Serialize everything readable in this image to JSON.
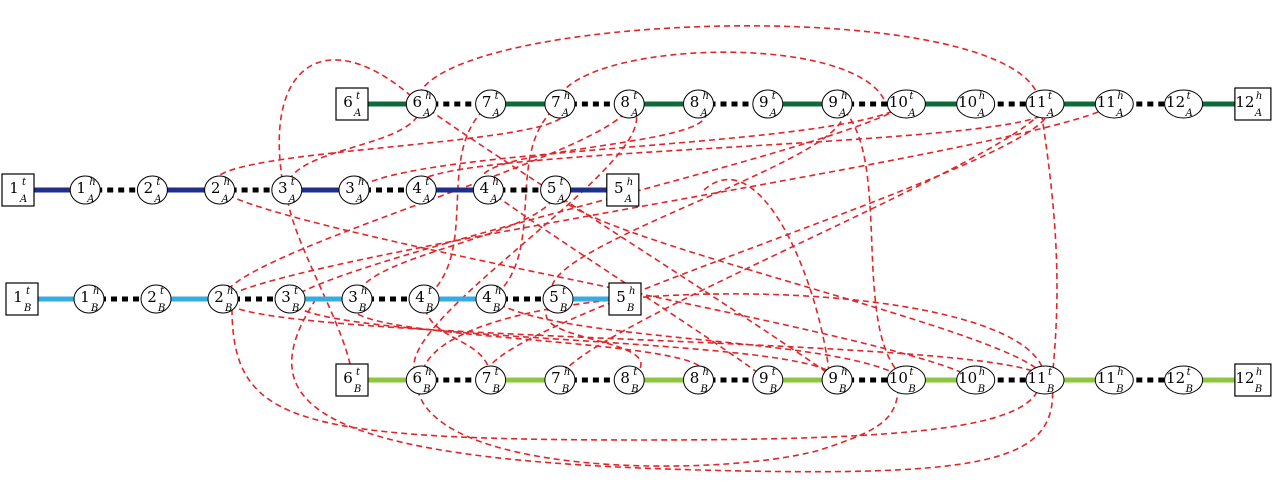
{
  "colors": {
    "chromA1": "#1f2f8a",
    "chromA2": "#0d6b3a",
    "chromB1": "#35ade3",
    "chromB2": "#8dc63f",
    "adjacency": "#000000",
    "interaction": "#e0262b"
  },
  "rows": [
    {
      "id": "row-a1",
      "color": "chromA1",
      "nodes": [
        {
          "num": "1",
          "sup": "t",
          "sub": "A",
          "shape": "box"
        },
        {
          "num": "1",
          "sup": "h",
          "sub": "A",
          "shape": "ellipse"
        },
        {
          "num": "2",
          "sup": "t",
          "sub": "A",
          "shape": "ellipse"
        },
        {
          "num": "2",
          "sup": "h",
          "sub": "A",
          "shape": "ellipse"
        },
        {
          "num": "3",
          "sup": "t",
          "sub": "A",
          "shape": "ellipse"
        },
        {
          "num": "3",
          "sup": "h",
          "sub": "A",
          "shape": "ellipse"
        },
        {
          "num": "4",
          "sup": "t",
          "sub": "A",
          "shape": "ellipse"
        },
        {
          "num": "4",
          "sup": "h",
          "sub": "A",
          "shape": "ellipse"
        },
        {
          "num": "5",
          "sup": "t",
          "sub": "A",
          "shape": "ellipse"
        },
        {
          "num": "5",
          "sup": "h",
          "sub": "A",
          "shape": "box"
        }
      ]
    },
    {
      "id": "row-a2",
      "color": "chromA2",
      "nodes": [
        {
          "num": "6",
          "sup": "t",
          "sub": "A",
          "shape": "box"
        },
        {
          "num": "6",
          "sup": "h",
          "sub": "A",
          "shape": "ellipse"
        },
        {
          "num": "7",
          "sup": "t",
          "sub": "A",
          "shape": "ellipse"
        },
        {
          "num": "7",
          "sup": "h",
          "sub": "A",
          "shape": "ellipse"
        },
        {
          "num": "8",
          "sup": "t",
          "sub": "A",
          "shape": "ellipse"
        },
        {
          "num": "8",
          "sup": "h",
          "sub": "A",
          "shape": "ellipse"
        },
        {
          "num": "9",
          "sup": "t",
          "sub": "A",
          "shape": "ellipse"
        },
        {
          "num": "9",
          "sup": "h",
          "sub": "A",
          "shape": "ellipse"
        },
        {
          "num": "10",
          "sup": "t",
          "sub": "A",
          "shape": "ellipse"
        },
        {
          "num": "10",
          "sup": "h",
          "sub": "A",
          "shape": "ellipse"
        },
        {
          "num": "11",
          "sup": "t",
          "sub": "A",
          "shape": "ellipse"
        },
        {
          "num": "11",
          "sup": "h",
          "sub": "A",
          "shape": "ellipse"
        },
        {
          "num": "12",
          "sup": "t",
          "sub": "A",
          "shape": "ellipse"
        },
        {
          "num": "12",
          "sup": "h",
          "sub": "A",
          "shape": "box"
        }
      ]
    },
    {
      "id": "row-b1",
      "color": "chromB1",
      "nodes": [
        {
          "num": "1",
          "sup": "t",
          "sub": "B",
          "shape": "box"
        },
        {
          "num": "1",
          "sup": "h",
          "sub": "B",
          "shape": "ellipse"
        },
        {
          "num": "2",
          "sup": "t",
          "sub": "B",
          "shape": "ellipse"
        },
        {
          "num": "2",
          "sup": "h",
          "sub": "B",
          "shape": "ellipse"
        },
        {
          "num": "3",
          "sup": "t",
          "sub": "B",
          "shape": "ellipse"
        },
        {
          "num": "3",
          "sup": "h",
          "sub": "B",
          "shape": "ellipse"
        },
        {
          "num": "4",
          "sup": "t",
          "sub": "B",
          "shape": "ellipse"
        },
        {
          "num": "4",
          "sup": "h",
          "sub": "B",
          "shape": "ellipse"
        },
        {
          "num": "5",
          "sup": "t",
          "sub": "B",
          "shape": "ellipse"
        },
        {
          "num": "5",
          "sup": "h",
          "sub": "B",
          "shape": "box"
        }
      ]
    },
    {
      "id": "row-b2",
      "color": "chromB2",
      "nodes": [
        {
          "num": "6",
          "sup": "t",
          "sub": "B",
          "shape": "box"
        },
        {
          "num": "6",
          "sup": "h",
          "sub": "B",
          "shape": "ellipse"
        },
        {
          "num": "7",
          "sup": "t",
          "sub": "B",
          "shape": "ellipse"
        },
        {
          "num": "7",
          "sup": "h",
          "sub": "B",
          "shape": "ellipse"
        },
        {
          "num": "8",
          "sup": "t",
          "sub": "B",
          "shape": "ellipse"
        },
        {
          "num": "8",
          "sup": "h",
          "sub": "B",
          "shape": "ellipse"
        },
        {
          "num": "9",
          "sup": "t",
          "sub": "B",
          "shape": "ellipse"
        },
        {
          "num": "9",
          "sup": "h",
          "sub": "B",
          "shape": "ellipse"
        },
        {
          "num": "10",
          "sup": "t",
          "sub": "B",
          "shape": "ellipse"
        },
        {
          "num": "10",
          "sup": "h",
          "sub": "B",
          "shape": "ellipse"
        },
        {
          "num": "11",
          "sup": "t",
          "sub": "B",
          "shape": "ellipse"
        },
        {
          "num": "11",
          "sup": "h",
          "sub": "B",
          "shape": "ellipse"
        },
        {
          "num": "12",
          "sup": "t",
          "sub": "B",
          "shape": "ellipse"
        },
        {
          "num": "12",
          "sup": "h",
          "sub": "B",
          "shape": "box"
        }
      ]
    }
  ],
  "interactions": [
    [
      "2hA",
      "7hA"
    ],
    [
      "3tA",
      "6tB"
    ],
    [
      "3hA",
      "10tA"
    ],
    [
      "4hA",
      "8hA"
    ],
    [
      "5tA",
      "11tB"
    ],
    [
      "2hA",
      "10hB"
    ],
    [
      "4tA",
      "11tA"
    ],
    [
      "3tA",
      "6hA"
    ],
    [
      "6hA",
      "9hB"
    ],
    [
      "7hA",
      "4hB"
    ],
    [
      "8tA",
      "2hB"
    ],
    [
      "9hA",
      "5tB"
    ],
    [
      "10tA",
      "3tB"
    ],
    [
      "11tA",
      "7hB"
    ],
    [
      "2hB",
      "11hA"
    ],
    [
      "3hB",
      "8hB"
    ],
    [
      "4tB",
      "7tB"
    ],
    [
      "4hB",
      "10tB"
    ],
    [
      "5tB",
      "8tB"
    ],
    [
      "3tB",
      "9hB"
    ],
    [
      "6hB",
      "11tB"
    ],
    [
      "6hB",
      "8tA"
    ],
    [
      "2hB",
      "11tB"
    ],
    [
      "4hA",
      "9tB"
    ],
    [
      "7tA",
      "4tB"
    ],
    [
      "5tA",
      "3hB"
    ],
    [
      "9hA",
      "10tB"
    ],
    [
      "7tB",
      "11tA"
    ]
  ]
}
